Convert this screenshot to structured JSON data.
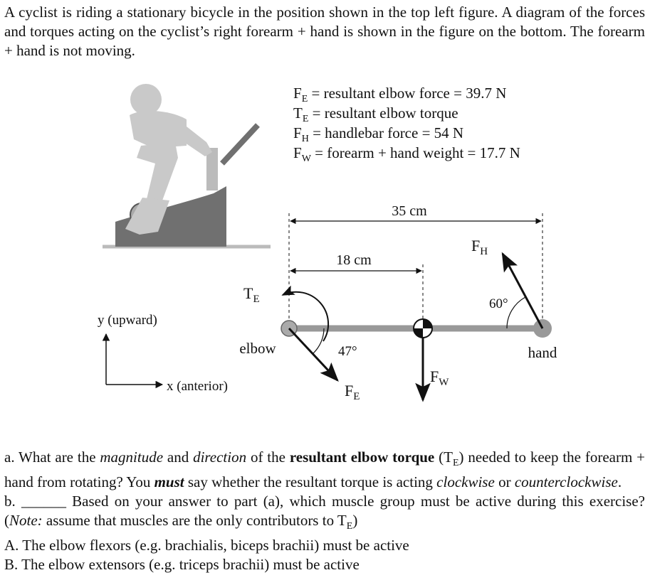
{
  "intro": {
    "text": "A cyclist is riding a stationary bicycle in the position shown in the top left figure. A diagram of the forces and torques acting on the cyclist’s right forearm + hand is shown in the figure on the bottom. The forearm + hand is not moving."
  },
  "legend": {
    "fe": {
      "sym": "F",
      "sub": "E",
      "text": " = resultant elbow force = 39.7 N"
    },
    "te": {
      "sym": "T",
      "sub": "E",
      "text": " = resultant elbow torque"
    },
    "fh": {
      "sym": "F",
      "sub": "H",
      "text": " = handlebar force = 54 N"
    },
    "fw": {
      "sym": "F",
      "sub": "W",
      "text": " = forearm + hand weight = 17.7 N"
    }
  },
  "diagram": {
    "dim_total": "35 cm",
    "dim_com": "18 cm",
    "angle_fe": "47°",
    "angle_fh": "60°",
    "label_elbow": "elbow",
    "label_hand": "hand",
    "lbl_te": {
      "sym": "T",
      "sub": "E"
    },
    "lbl_fe": {
      "sym": "F",
      "sub": "E"
    },
    "lbl_fh": {
      "sym": "F",
      "sub": "H"
    },
    "lbl_fw": {
      "sym": "F",
      "sub": "W"
    },
    "axis_y": "y (upward)",
    "axis_x": "x (anterior)"
  },
  "questions": {
    "a": {
      "t1": "a. What are the ",
      "i1": "magnitude",
      "t2": " and ",
      "i2": "direction",
      "t3": " of the ",
      "b1": "resultant elbow torque",
      "t4": " (T",
      "sub": "E",
      "t5": ") needed to keep the forearm + hand from rotating? You ",
      "bi": "must",
      "t6": " say whether the resultant torque is acting ",
      "i3": "clockwise",
      "t7": " or ",
      "i4": "counterclockwise",
      "t8": "."
    },
    "b": {
      "t1": "b. ______ Based on your answer to part (a), which muscle group must be active during this exercise? (",
      "i1": "Note:",
      "t2": " assume that muscles are the only contributors to T",
      "sub": "E",
      "t3": ")"
    },
    "options": [
      "A. The elbow flexors (e.g. brachialis, biceps brachii) must be active",
      "B. The elbow extensors (e.g. triceps brachii) must be active"
    ]
  }
}
